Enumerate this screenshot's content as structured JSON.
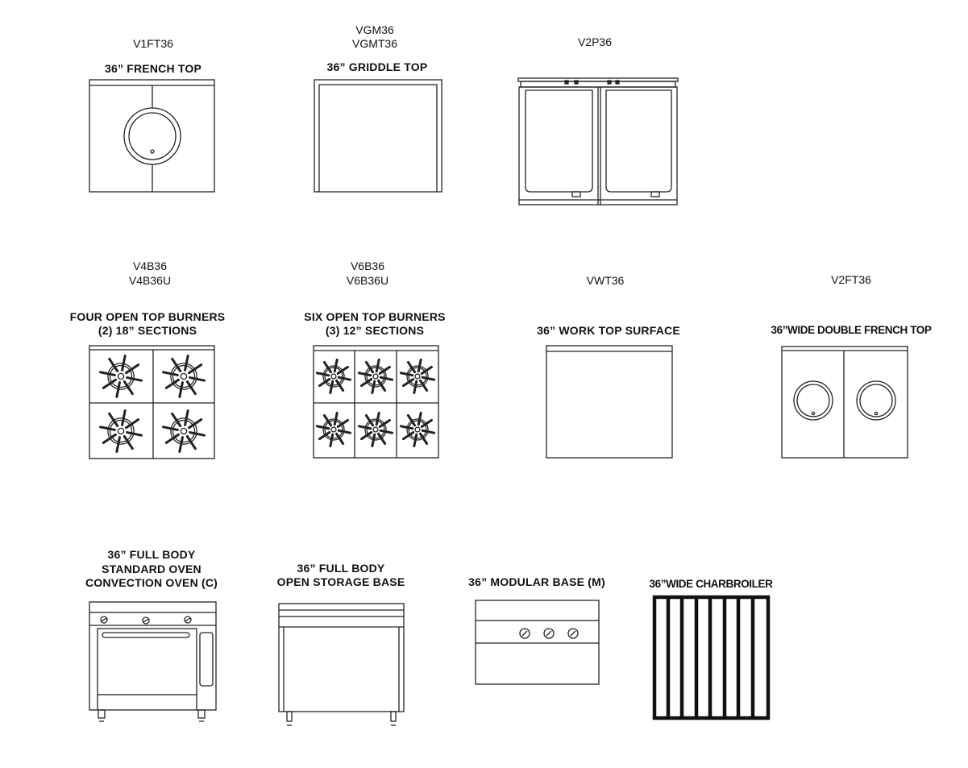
{
  "units": [
    {
      "model_lines": [
        "V1FT36"
      ],
      "desc_lines": [
        "36” FRENCH TOP"
      ]
    },
    {
      "model_lines": [
        "VGM36",
        "VGMT36"
      ],
      "desc_lines": [
        "36” GRIDDLE TOP"
      ]
    },
    {
      "model_lines": [
        "V2P36"
      ],
      "desc_lines": []
    },
    {
      "model_lines": [
        "V4B36",
        "V4B36U"
      ],
      "desc_lines": [
        "FOUR OPEN TOP BURNERS",
        "(2) 18” SECTIONS"
      ]
    },
    {
      "model_lines": [
        "V6B36",
        "V6B36U"
      ],
      "desc_lines": [
        "SIX OPEN TOP BURNERS",
        "(3) 12” SECTIONS"
      ]
    },
    {
      "model_lines": [
        "VWT36"
      ],
      "desc_lines": [
        "36” WORK TOP SURFACE"
      ]
    },
    {
      "model_lines": [
        "V2FT36"
      ],
      "desc_lines": [
        "36”WIDE DOUBLE FRENCH TOP"
      ]
    },
    {
      "model_lines": [],
      "desc_lines": [
        "36” FULL BODY",
        "STANDARD OVEN",
        "CONVECTION OVEN (C)"
      ]
    },
    {
      "model_lines": [],
      "desc_lines": [
        "36” FULL BODY",
        "OPEN STORAGE BASE"
      ]
    },
    {
      "model_lines": [],
      "desc_lines": [
        "36” MODULAR BASE (M)"
      ]
    },
    {
      "model_lines": [],
      "desc_lines": [
        "36”WIDE CHARBROILER"
      ]
    }
  ]
}
